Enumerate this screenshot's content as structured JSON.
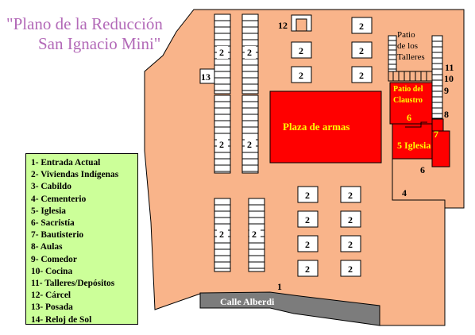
{
  "title": {
    "line1": "\"Plano de la Reducción",
    "line2": "San Ignacio Mini\""
  },
  "colors": {
    "ground": "#f9b48a",
    "church": "#ff0000",
    "road": "#7c7c7c",
    "legend_bg": "#ccff99",
    "title": "#b36ab8",
    "church_text": "#ffff00"
  },
  "legend": [
    "1- Entrada Actual",
    "2- Viviendas Indígenas",
    "3- Cabildo",
    "4- Cementerio",
    "5- Iglesia",
    "6- Sacristía",
    "7- Bautisterio",
    "8- Aulas",
    "9- Comedor",
    "10- Cocina",
    "11- Talleres/Depósitos",
    "12- Cárcel",
    "13- Posada",
    "14- Reloj de Sol"
  ],
  "labels": {
    "plaza": "Plaza de armas",
    "street": "Calle Alberdi",
    "patio_talleres": [
      "Patio",
      "de los",
      "Talleres"
    ],
    "patio_claustro": [
      "Patio del",
      "Claustro"
    ],
    "house_number": "2",
    "entrada": "1",
    "cementerio": "4",
    "iglesia": "5 Iglesia",
    "sacristia": "6",
    "bautisterio": "7",
    "aulas": "8",
    "comedor": "9",
    "cocina": "10",
    "talleres": "11",
    "carcel": "12",
    "posada": "13"
  }
}
